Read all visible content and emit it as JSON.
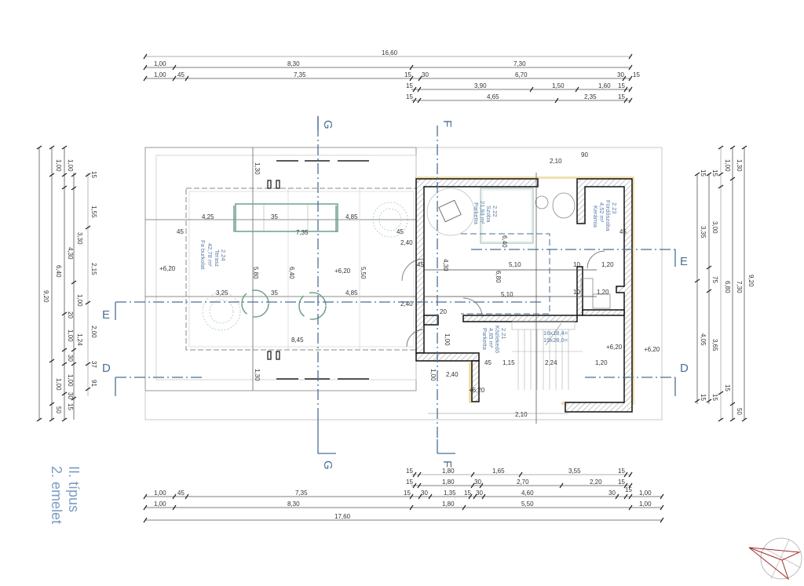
{
  "title": {
    "line1": "II. típus",
    "line2": "2. emelet"
  },
  "colors": {
    "section": "#4a6f96",
    "room_text": "#5b7ba8",
    "insulation": "#f1dfae",
    "furniture": "#6fa08c",
    "north": "#a0302a"
  },
  "rooms": [
    {
      "number": "2.24",
      "name": "Terasz",
      "area": "42,78 m²",
      "floor": "Fa burkolat"
    },
    {
      "number": "2.22",
      "name": "Szoba",
      "area": "21,93 m²",
      "floor": "Parketta"
    },
    {
      "number": "2.23",
      "name": "Fürdőszoba",
      "area": "4,52 m²",
      "floor": "Kerámia"
    },
    {
      "number": "2.21",
      "name": "Közlekedő",
      "area": "4,65 m²",
      "floor": "Parketta"
    }
  ],
  "stair": {
    "label": "16x18,4=",
    "label2": "15x28,0="
  },
  "sections": {
    "g": "G",
    "f": "F",
    "e": "E",
    "d": "D"
  },
  "dims_top": {
    "row0": [
      "16,60"
    ],
    "row1": [
      "1,00",
      "8,30",
      "7,30"
    ],
    "row2": [
      "1,00",
      "45",
      "7,35",
      "15",
      "30",
      "6,70",
      "30",
      "15"
    ],
    "row3": [
      "15",
      "3,90",
      "1,50",
      "1,60",
      "15"
    ],
    "row4": [
      "15",
      "4,65",
      "2,35",
      "15"
    ]
  },
  "dims_bottom": {
    "row0": [
      "15",
      "1,80",
      "1,65",
      "3,55",
      "15"
    ],
    "row1": [
      "15",
      "1,80",
      "30",
      "2,70",
      "2,20",
      "15"
    ],
    "row2": [
      "1,00",
      "45",
      "7,35",
      "15",
      "30",
      "1,35",
      "15",
      "30",
      "4,60",
      "30",
      "15",
      "1,00"
    ],
    "row3": [
      "1,00",
      "8,30",
      "1,80",
      "5,50",
      "1,00"
    ],
    "row4": [
      "17,60"
    ]
  },
  "dims_left": {
    "outer": [
      "9,20"
    ],
    "mid": [
      "1,00",
      "6,40",
      "1,00",
      "50"
    ],
    "inner": [
      "1,00",
      "4,30",
      "20",
      "1,00",
      "30",
      "1,00",
      "30",
      "15"
    ],
    "detail": [
      "15",
      "1,55",
      "3,30",
      "2,15",
      "1,00",
      "2,00",
      "1,24",
      "37",
      "91"
    ]
  },
  "dims_right": {
    "outer": [
      "9,20"
    ],
    "mid": [
      "1,30",
      "7,30",
      "50"
    ],
    "inner": [
      "1,00",
      "6,80",
      "15"
    ],
    "detail": [
      "15",
      "3,00",
      "75",
      "3,65",
      "15"
    ],
    "detail2": [
      "15",
      "3,35",
      "4,05",
      "15"
    ]
  },
  "dims_interior": {
    "terrace": [
      "4,25",
      "35",
      "4,85",
      "7,35",
      "5,80",
      "6,40",
      "5,50",
      "3,25",
      "35",
      "4,85",
      "8,45",
      "1,30",
      "1,30",
      "45",
      "45"
    ],
    "room": [
      "6,40",
      "5,10",
      "4,30",
      "6,80",
      "5,10",
      "1,20",
      "10",
      "10",
      "1,20",
      "45",
      "45",
      "20",
      "1,00",
      "1,15",
      "2,24",
      "1,20",
      "45",
      "1,00",
      "2,10"
    ],
    "doors": [
      "2,40",
      "2,40",
      "2,40",
      "2,10",
      "90"
    ],
    "levels": [
      "+6,20",
      "+6,20",
      "+6,20",
      "+6,20",
      "+6,20"
    ]
  }
}
